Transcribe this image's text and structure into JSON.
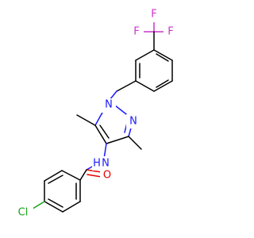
{
  "molecule": {
    "atoms": {
      "F1": "F",
      "F2": "F",
      "F3": "F",
      "N1": "N",
      "N2": "N",
      "NH": "N",
      "H": "H",
      "O": "O",
      "Cl": "Cl"
    },
    "colors": {
      "carbon": "#000000",
      "nitrogen": "#1a1aff",
      "oxygen": "#e60000",
      "chlorine": "#1aa01a",
      "fluorine": "#cc33cc"
    }
  }
}
